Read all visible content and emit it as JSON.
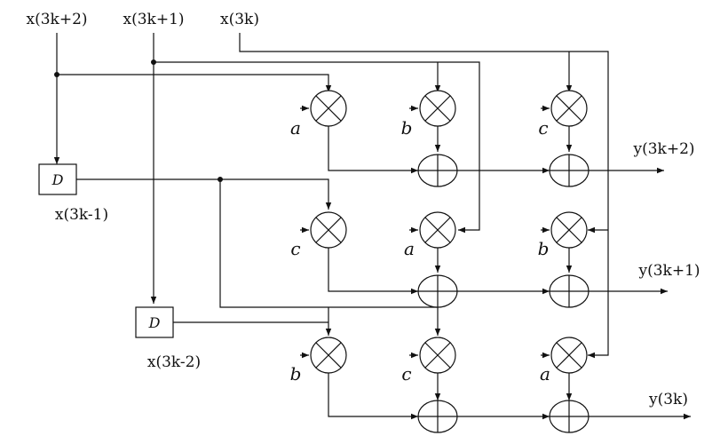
{
  "inputs": {
    "x2": "x(3k+2)",
    "x1": "x(3k+1)",
    "x0": "x(3k)"
  },
  "delays": {
    "d1": {
      "symbol": "D",
      "output": "x(3k-1)"
    },
    "d2": {
      "symbol": "D",
      "output": "x(3k-2)"
    }
  },
  "outputs": {
    "y2": "y(3k+2)",
    "y1": "y(3k+1)",
    "y0": "y(3k)"
  },
  "coefficients": {
    "r1": [
      "a",
      "b",
      "c"
    ],
    "r2": [
      "c",
      "a",
      "b"
    ],
    "r3": [
      "b",
      "c",
      "a"
    ]
  }
}
